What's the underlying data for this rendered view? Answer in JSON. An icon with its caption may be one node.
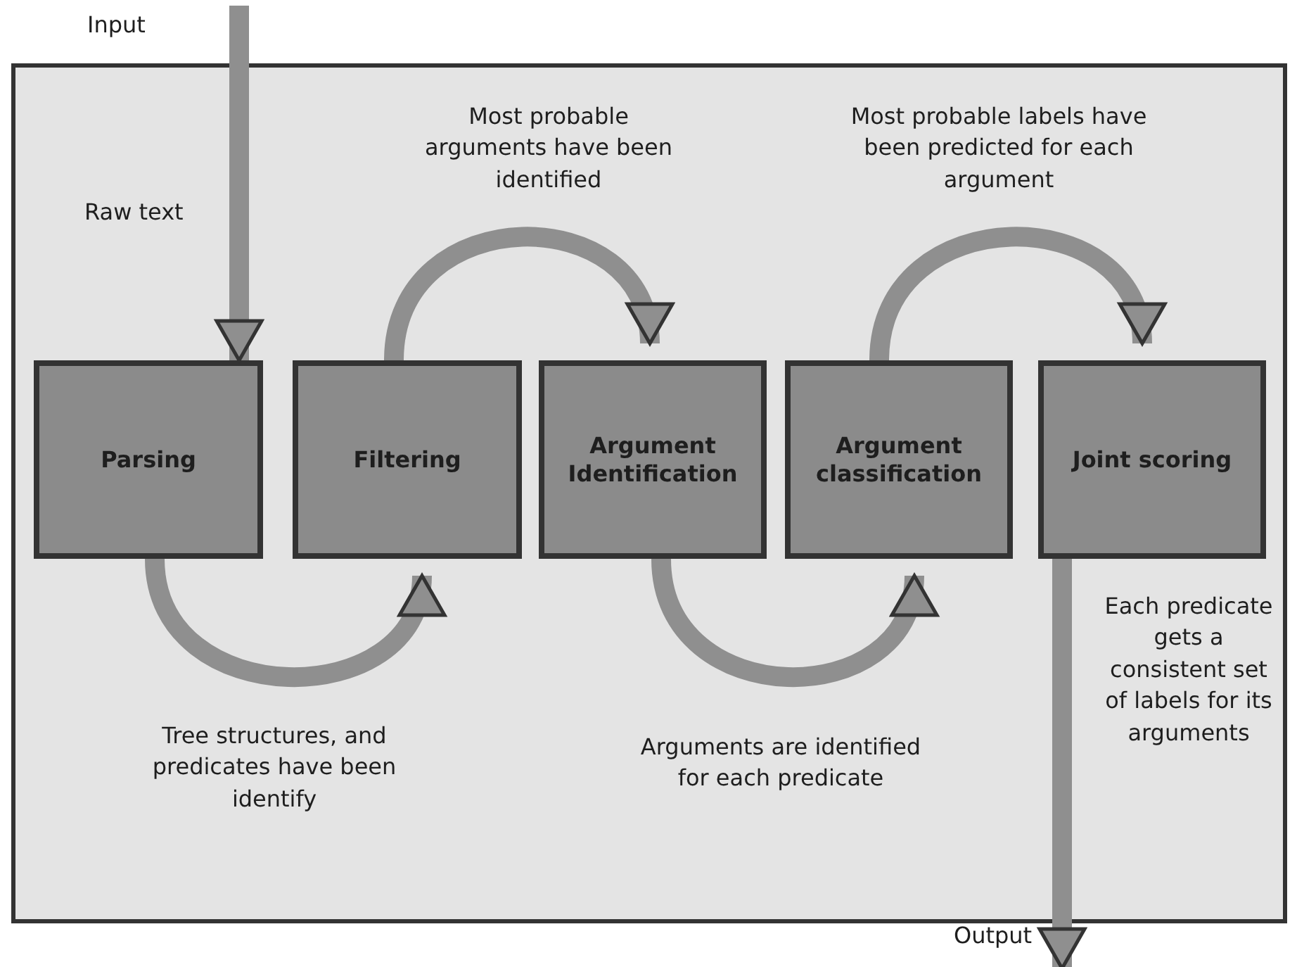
{
  "diagram": {
    "nodes": [
      {
        "text": [],
        "shape": "box"
      },
      {
        "text": [
          "Parsing"
        ],
        "in": 0
      },
      {
        "text": [
          "Filtering"
        ],
        "in": 0
      },
      {
        "text": [
          "Argument Identification"
        ],
        "in": 0
      },
      {
        "text": [
          "Argument classification"
        ],
        "in": 0
      },
      {
        "text": [
          "Joint scoring"
        ],
        "in": 0
      },
      {
        "text": [
          "Input"
        ]
      },
      {
        "text": [
          "Output"
        ]
      }
    ],
    "edges": [
      {
        "from": 6,
        "to": 1,
        "arrow": "to"
      },
      {
        "from": 1,
        "to": 2,
        "arrow": "to",
        "label": "Tree structures, and predicates have been identify"
      },
      {
        "from": 2,
        "to": 3,
        "arrow": "to",
        "label": "Most probable arguments have been identified"
      },
      {
        "from": 3,
        "to": 4,
        "arrow": "to",
        "label": "Arguments are identified for each predicate"
      },
      {
        "from": 4,
        "to": 5,
        "arrow": "to",
        "label": "Most probable labels have been predicted for each argument"
      },
      {
        "from": 5,
        "to": 7,
        "arrow": "to"
      }
    ],
    "labels": [
      "Raw text",
      "Each predicate gets a consistent set of labels for its arguments"
    ]
  }
}
